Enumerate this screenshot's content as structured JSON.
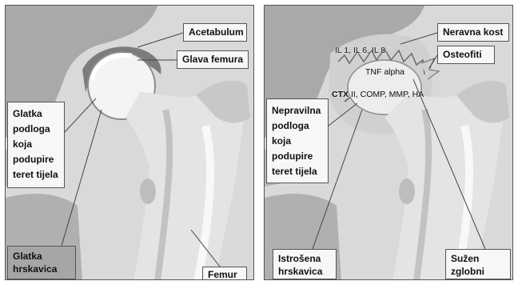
{
  "left_panel": {
    "labels": {
      "acetabulum": "Acetabulum",
      "glava_femura": "Glava femura",
      "glatka_podloga": "Glatka podloga koja podupire teret tijela",
      "glatka_hrskavica": "Glatka hrskavica",
      "femur": "Femur"
    }
  },
  "right_panel": {
    "labels": {
      "neravna_kost": "Neravna kost",
      "osteofiti": "Osteofiti",
      "nepravilna_podloga": "Nepravilna podloga koja podupire teret tijela",
      "istrosena_hrskavica": "Istrošena hrskavica",
      "suzen_prostor": "Sužen zglobni prostor"
    },
    "markers": {
      "interleukins": "IL 1, IL 6, IL 8",
      "tnf": "TNF alpha",
      "ctx": "CTX",
      "biomarkers": "II, COMP, MMP, HA"
    }
  },
  "colors": {
    "background": "#d9d9d9",
    "bone": "#efefef",
    "bone_shadow": "#b5b5b5",
    "pelvis": "#a9a9a9",
    "label_fill": "#f7f7f7",
    "label_fill_dark": "#a6a6a6"
  }
}
